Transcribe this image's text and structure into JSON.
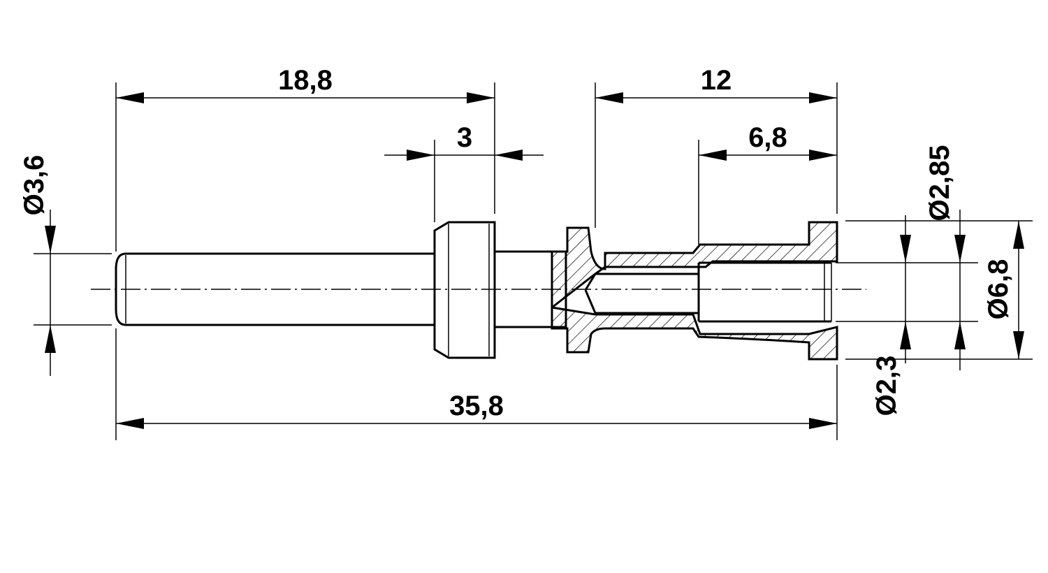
{
  "drawing": {
    "dimensions": {
      "overall_length": "35,8",
      "pin_length": "18,8",
      "collar_width": "3",
      "sleeve_length": "12",
      "bore_depth": "6,8",
      "pin_diameter": "Ø3,6",
      "bore_diameter": "Ø2,85",
      "outer_diameter": "Ø6,8",
      "inner_diameter": "Ø2,3"
    }
  }
}
